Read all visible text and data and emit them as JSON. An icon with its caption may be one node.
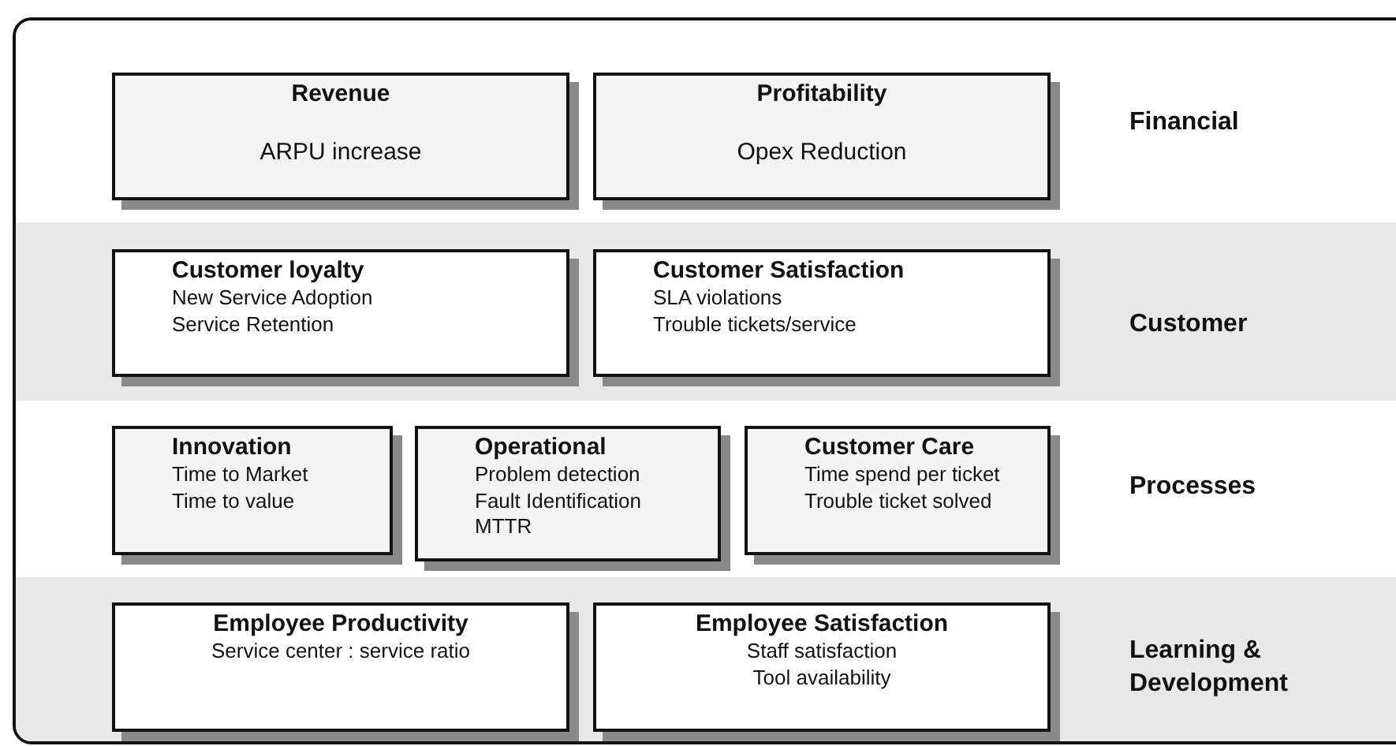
{
  "diagram": {
    "nodes": [
      {
        "text": [
          "Financial"
        ]
      },
      {
        "text": [
          "Customer"
        ]
      },
      {
        "text": [
          "Processes"
        ]
      },
      {
        "text": [
          "Learning & Development"
        ]
      },
      {
        "text": [
          "Revenue",
          "ARPU increase"
        ],
        "in": 0
      },
      {
        "text": [
          "Profitability",
          "Opex Reduction"
        ],
        "in": 0
      },
      {
        "text": [
          "Customer loyalty",
          "New Service Adoption",
          "Service Retention"
        ],
        "in": 1
      },
      {
        "text": [
          "Customer Satisfaction",
          "SLA violations",
          "Trouble tickets/service"
        ],
        "in": 1
      },
      {
        "text": [
          "Innovation",
          "Time to Market",
          "Time to value"
        ],
        "in": 2
      },
      {
        "text": [
          "Operational",
          "Problem detection",
          "Fault Identification",
          "MTTR"
        ],
        "in": 2
      },
      {
        "text": [
          "Customer Care",
          "Time spend per ticket",
          "Trouble ticket solved"
        ],
        "in": 2
      },
      {
        "text": [
          "Employee Productivity",
          "Service center : service ratio"
        ],
        "in": 3
      },
      {
        "text": [
          "Employee Satisfaction",
          "Staff satisfaction",
          "Tool availability"
        ],
        "in": 3
      }
    ]
  }
}
